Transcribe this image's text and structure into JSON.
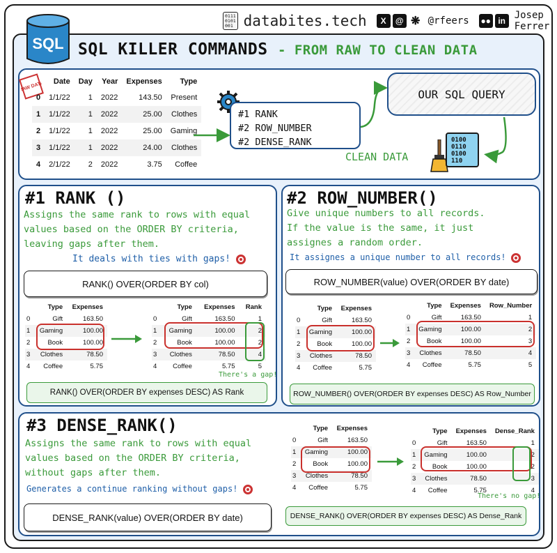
{
  "header": {
    "site": "databites.tech",
    "binary_icon": "0111 0101 001",
    "social_icons": [
      "x-icon",
      "threads-icon",
      "bluesky-icon"
    ],
    "handle": "@rfeers",
    "profile_icons": [
      "medium-icon",
      "linkedin-icon"
    ],
    "author": "Josep Ferrer",
    "logo_text": "SQL"
  },
  "title": {
    "main": "SQL KILLER COMMANDS",
    "sub": "- FROM RAW TO CLEAN DATA"
  },
  "overview": {
    "raw_tag": "RAW DATA",
    "raw_table": {
      "headers": [
        "",
        "Date",
        "Day",
        "Year",
        "Expenses",
        "Type"
      ],
      "rows": [
        [
          "0",
          "1/1/22",
          "1",
          "2022",
          "143.50",
          "Present"
        ],
        [
          "1",
          "1/1/22",
          "1",
          "2022",
          "25.00",
          "Clothes"
        ],
        [
          "2",
          "1/1/22",
          "1",
          "2022",
          "25.00",
          "Gaming"
        ],
        [
          "3",
          "1/1/22",
          "1",
          "2022",
          "24.00",
          "Clothes"
        ],
        [
          "4",
          "2/1/22",
          "2",
          "2022",
          "3.75",
          "Coffee"
        ]
      ]
    },
    "commands": [
      "#1 RANK",
      "#2 ROW_NUMBER",
      "#2 DENSE_RANK"
    ],
    "query_label": "OUR SQL QUERY",
    "clean_label": "CLEAN DATA",
    "binary_text": [
      "0100",
      "0110",
      "0100",
      "110"
    ]
  },
  "rank": {
    "title": "#1 RANK ()",
    "desc": [
      "Assigns the same rank to rows with equal",
      "values based on the ORDER BY criteria,",
      "leaving gaps after them."
    ],
    "note": "It deals with ties with gaps!",
    "syntax": "RANK() OVER(ORDER BY col)",
    "input": {
      "headers": [
        "",
        "Type",
        "Expenses"
      ],
      "rows": [
        [
          "0",
          "Gift",
          "163.50"
        ],
        [
          "1",
          "Gaming",
          "100.00"
        ],
        [
          "2",
          "Book",
          "100.00"
        ],
        [
          "3",
          "Clothes",
          "78.50"
        ],
        [
          "4",
          "Coffee",
          "5.75"
        ]
      ]
    },
    "output": {
      "headers": [
        "",
        "Type",
        "Expenses",
        "Rank"
      ],
      "rows": [
        [
          "0",
          "Gift",
          "163.50",
          "1"
        ],
        [
          "1",
          "Gaming",
          "100.00",
          "2"
        ],
        [
          "2",
          "Book",
          "100.00",
          "2"
        ],
        [
          "3",
          "Clothes",
          "78.50",
          "4"
        ],
        [
          "4",
          "Coffee",
          "5.75",
          "5"
        ]
      ]
    },
    "gap_note": "There's a gap!",
    "query": "RANK() OVER(ORDER BY expenses DESC) AS Rank"
  },
  "rownum": {
    "title": "#2 ROW_NUMBER()",
    "desc": [
      "Give unique numbers to all records.",
      "If the value is the same, it just",
      "assignes a random order."
    ],
    "note": "It assignes a unique number to all records!",
    "syntax": "ROW_NUMBER(value) OVER(ORDER BY date)",
    "input": {
      "headers": [
        "",
        "Type",
        "Expenses"
      ],
      "rows": [
        [
          "0",
          "Gift",
          "163.50"
        ],
        [
          "1",
          "Gaming",
          "100.00"
        ],
        [
          "2",
          "Book",
          "100.00"
        ],
        [
          "3",
          "Clothes",
          "78.50"
        ],
        [
          "4",
          "Coffee",
          "5.75"
        ]
      ]
    },
    "output": {
      "headers": [
        "",
        "Type",
        "Expenses",
        "Row_Number"
      ],
      "rows": [
        [
          "0",
          "Gift",
          "163.50",
          "1"
        ],
        [
          "1",
          "Gaming",
          "100.00",
          "2"
        ],
        [
          "2",
          "Book",
          "100.00",
          "3"
        ],
        [
          "3",
          "Clothes",
          "78.50",
          "4"
        ],
        [
          "4",
          "Coffee",
          "5.75",
          "5"
        ]
      ]
    },
    "query": "ROW_NUMBER() OVER(ORDER BY expenses DESC) AS Row_Number"
  },
  "dense": {
    "title": "#3 DENSE_RANK()",
    "desc": [
      "Assigns the same rank to rows with equal",
      "values based on the ORDER BY criteria,",
      "without gaps after them."
    ],
    "note": "Generates a continue ranking without gaps!",
    "syntax": "DENSE_RANK(value) OVER(ORDER BY date)",
    "input": {
      "headers": [
        "",
        "Type",
        "Expenses"
      ],
      "rows": [
        [
          "0",
          "Gift",
          "163.50"
        ],
        [
          "1",
          "Gaming",
          "100.00"
        ],
        [
          "2",
          "Book",
          "100.00"
        ],
        [
          "3",
          "Clothes",
          "78.50"
        ],
        [
          "4",
          "Coffee",
          "5.75"
        ]
      ]
    },
    "output": {
      "headers": [
        "",
        "Type",
        "Expenses",
        "Dense_Rank"
      ],
      "rows": [
        [
          "0",
          "Gift",
          "163.50",
          "1"
        ],
        [
          "1",
          "Gaming",
          "100.00",
          "2"
        ],
        [
          "2",
          "Book",
          "100.00",
          "2"
        ],
        [
          "3",
          "Clothes",
          "78.50",
          "3"
        ],
        [
          "4",
          "Coffee",
          "5.75",
          "4"
        ]
      ]
    },
    "gap_note": "There's no gap!",
    "query": "DENSE_RANK() OVER(ORDER BY expenses DESC) AS Dense_Rank"
  },
  "colors": {
    "accent_green": "#3a9a3a",
    "accent_blue": "#1f4f8a",
    "highlight_red": "#c9302c",
    "panel_bg": "#e8f1fb"
  }
}
